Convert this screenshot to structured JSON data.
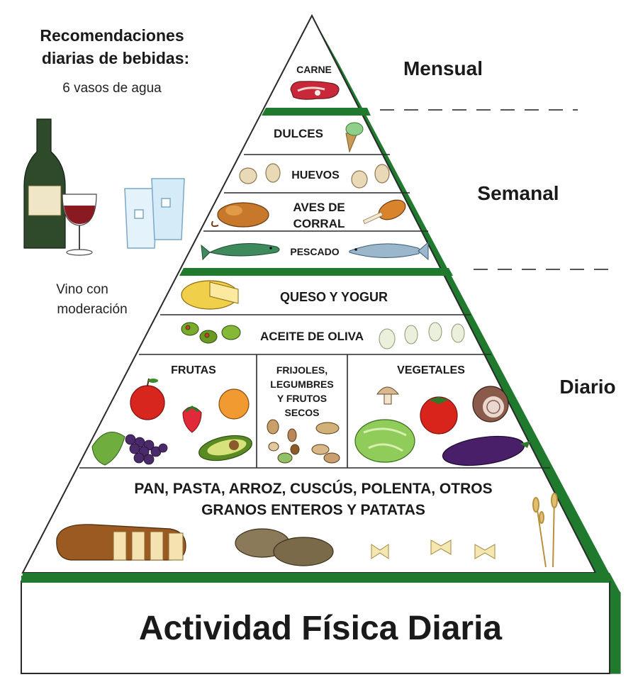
{
  "drinks": {
    "heading_line1": "Recomendaciones",
    "heading_line2": "diarias de bebidas:",
    "water": "6 vasos de agua",
    "wine_line1": "Vino con",
    "wine_line2": "moderación"
  },
  "frequency": {
    "monthly": "Mensual",
    "weekly": "Semanal",
    "daily": "Diario"
  },
  "tiers": {
    "carne": "CARNE",
    "dulces": "DULCES",
    "huevos": "HUEVOS",
    "aves_line1": "AVES DE",
    "aves_line2": "CORRAL",
    "pescado": "PESCADO",
    "queso": "QUESO Y YOGUR",
    "aceite": "ACEITE DE OLIVA",
    "frutas": "FRUTAS",
    "frijoles_line1": "FRIJOLES,",
    "frijoles_line2": "LEGUMBRES",
    "frijoles_line3": "Y FRUTOS",
    "frijoles_line4": "SECOS",
    "vegetales": "VEGETALES",
    "granos_line1": "PAN, PASTA, ARROZ, CUSCÚS, POLENTA, OTROS",
    "granos_line2": "GRANOS ENTEROS Y PATATAS"
  },
  "base": "Actividad Física Diaria",
  "colors": {
    "pyramid_green": "#1f7a2e",
    "outline": "#2a2a2a"
  }
}
